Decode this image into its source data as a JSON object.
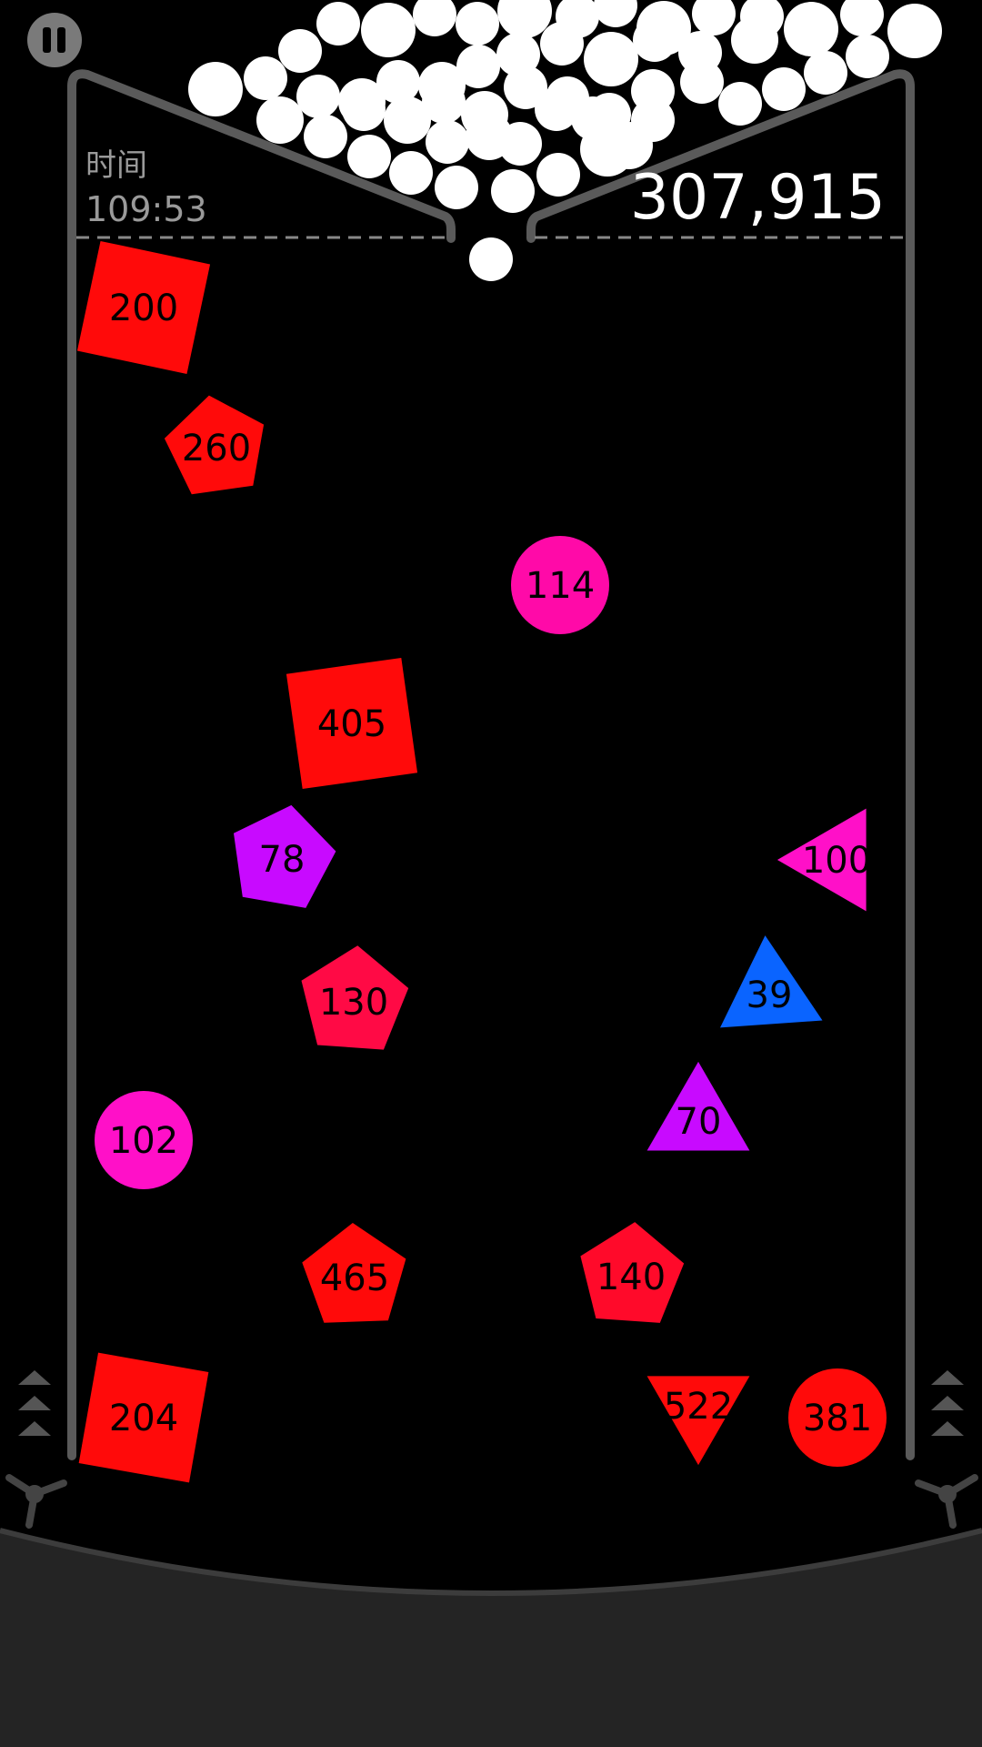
{
  "hud": {
    "time_label": "时间",
    "time_value": "109:53",
    "score": "307,915"
  },
  "controls": {
    "pause_icon": "pause-icon",
    "left_boost_icon": "triple-chevron-up-icon",
    "right_boost_icon": "triple-chevron-up-icon",
    "left_spinner_icon": "tri-arm-spinner-icon",
    "right_spinner_icon": "tri-arm-spinner-icon"
  },
  "colors": {
    "background": "#000000",
    "frame": "#5a5a5a",
    "floor": "#242424",
    "ball": "#ffffff",
    "red": "#ff0a0a",
    "crimson": "#ff0a45",
    "pink": "#ff0aa8",
    "magenta": "#ff10c8",
    "purple": "#c80aff",
    "blue": "#0a64ff"
  },
  "blocks": [
    {
      "value": "200",
      "shape": "square",
      "color": "#ff0a0a"
    },
    {
      "value": "260",
      "shape": "pentagon",
      "color": "#ff0a0a"
    },
    {
      "value": "114",
      "shape": "circle",
      "color": "#ff0aa8"
    },
    {
      "value": "405",
      "shape": "square",
      "color": "#ff0a0a"
    },
    {
      "value": "78",
      "shape": "pentagon",
      "color": "#c80aff"
    },
    {
      "value": "100",
      "shape": "triangle",
      "color": "#ff10c8"
    },
    {
      "value": "130",
      "shape": "pentagon",
      "color": "#ff0a45"
    },
    {
      "value": "39",
      "shape": "triangle",
      "color": "#0a64ff"
    },
    {
      "value": "102",
      "shape": "circle",
      "color": "#ff10c8"
    },
    {
      "value": "70",
      "shape": "triangle",
      "color": "#c80aff"
    },
    {
      "value": "465",
      "shape": "pentagon",
      "color": "#ff0a0a"
    },
    {
      "value": "140",
      "shape": "pentagon",
      "color": "#ff0a2a"
    },
    {
      "value": "204",
      "shape": "square",
      "color": "#ff0a0a"
    },
    {
      "value": "522",
      "shape": "triangle",
      "color": "#ff0a0a"
    },
    {
      "value": "381",
      "shape": "circle",
      "color": "#ff0a0a"
    }
  ]
}
